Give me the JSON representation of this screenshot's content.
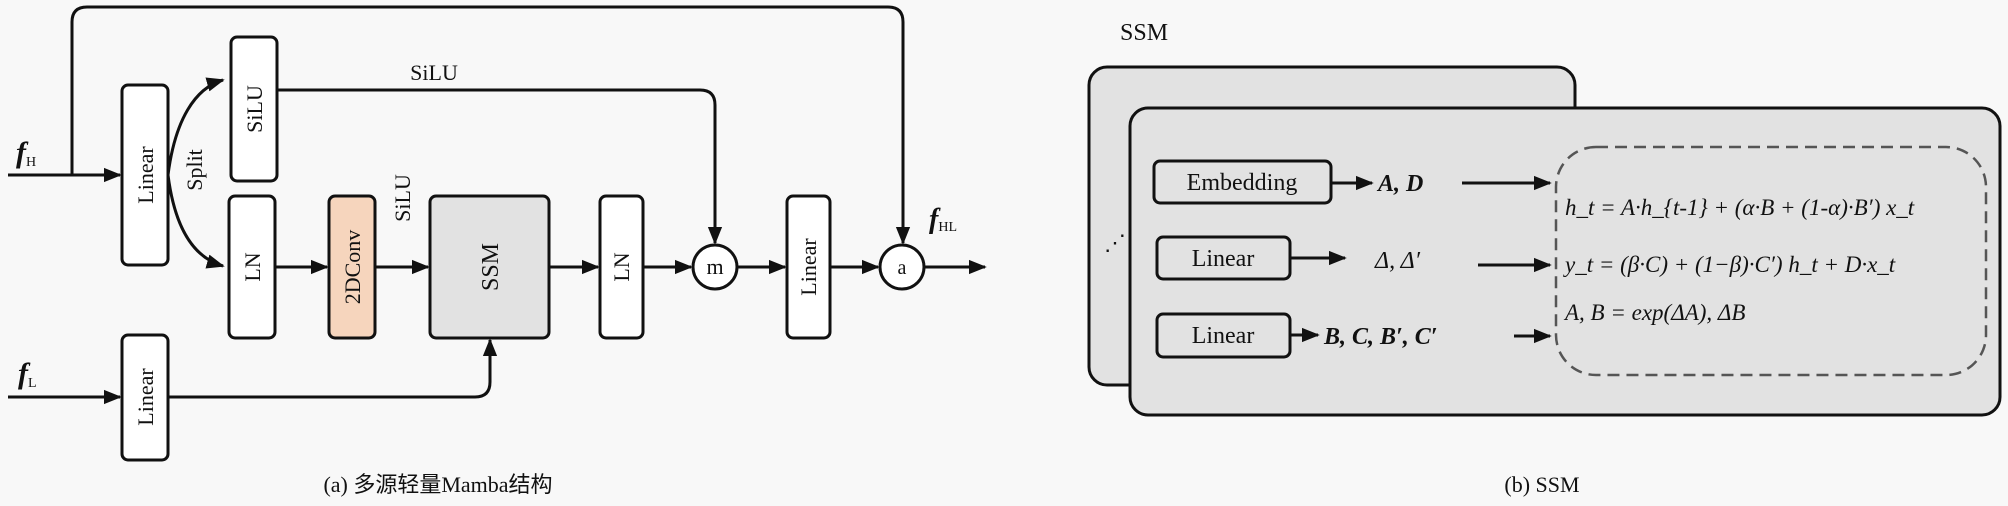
{
  "panel_a": {
    "inputs": {
      "f_high": {
        "base": "f",
        "sub": "H"
      },
      "f_low": {
        "base": "f",
        "sub": "L"
      },
      "f_out": {
        "base": "f",
        "sub": "HL"
      }
    },
    "blocks": {
      "linear_high": "Linear",
      "silu_gate": "SiLU",
      "ln_in": "LN",
      "conv2d": "2DConv",
      "ssm": "SSM",
      "ln_out": "LN",
      "linear_out": "Linear",
      "linear_low": "Linear"
    },
    "edge_labels": {
      "split": "Split",
      "silu_top": "SiLU",
      "silu_conv": "SiLU"
    },
    "ops": {
      "multiply": "m",
      "add": "a"
    },
    "caption": "(a) 多源轻量Mamba结构",
    "colors": {
      "conv2d_fill": "#f6d5bd",
      "ssm_fill": "#e2e2e2"
    }
  },
  "panel_b": {
    "title": "SSM",
    "stack_indicator": "⋰",
    "blocks": {
      "embedding": "Embedding",
      "linear_delta": "Linear",
      "linear_bc": "Linear"
    },
    "outputs": {
      "embedding": "A, D",
      "linear_delta": "Δ, Δ′",
      "linear_bc": "B, C, B′, C′"
    },
    "equations": [
      "h_t = A·h_{t-1} + (α·B + (1-α)·B′) x_t",
      "y_t = (β·C) + (1−β)·C′) h_t + D·x_t",
      "A, B = exp(ΔA), ΔB"
    ],
    "caption": "(b) SSM",
    "colors": {
      "panel_fill": "#e2e2e2"
    }
  }
}
